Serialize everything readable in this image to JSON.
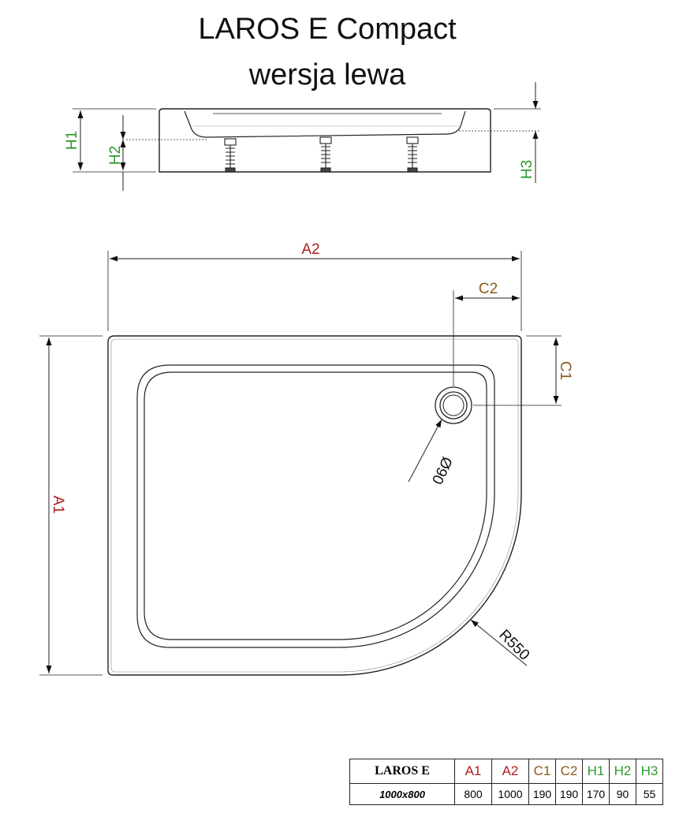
{
  "title_line1": "LAROS E Compact",
  "title_line2": "wersja lewa",
  "labels": {
    "A1": "A1",
    "A2": "A2",
    "C1": "C1",
    "C2": "C2",
    "H1": "H1",
    "H2": "H2",
    "H3": "H3",
    "drain": "Ø90",
    "radius": "R550"
  },
  "table": {
    "model": "LAROS E",
    "size": "1000x800",
    "headers": [
      "A1",
      "A2",
      "C1",
      "C2",
      "H1",
      "H2",
      "H3"
    ],
    "values": [
      "800",
      "1000",
      "190",
      "190",
      "170",
      "90",
      "55"
    ]
  },
  "colors": {
    "A": "#b01e1e",
    "C": "#8a5a1c",
    "H": "#2c9a2c"
  }
}
